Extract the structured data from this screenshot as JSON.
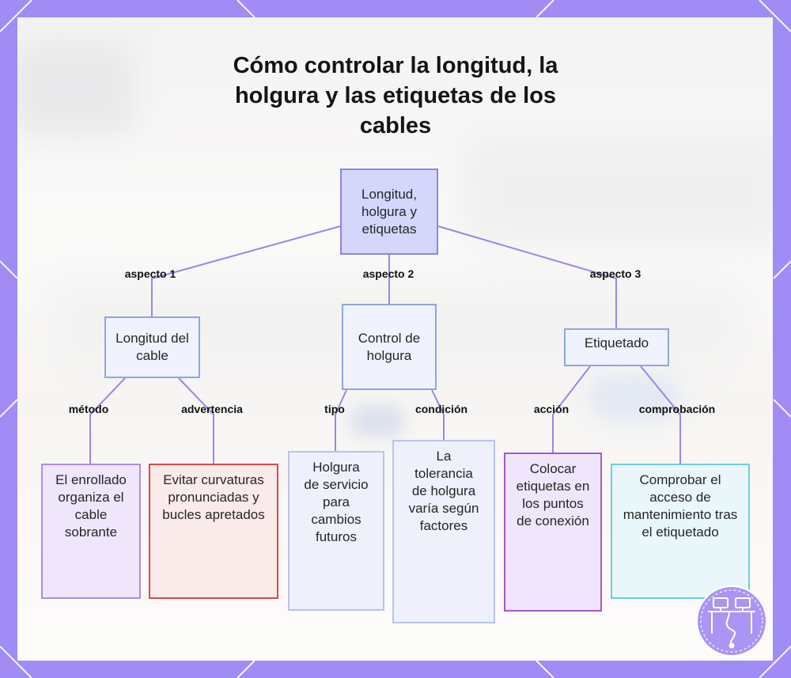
{
  "title": "Cómo controlar la longitud, la holgura y las etiquetas de los cables",
  "root": {
    "label": "Longitud, holgura y etiquetas"
  },
  "branches": [
    {
      "edge_label": "aspecto 1",
      "label": "Longitud del cable",
      "children": [
        {
          "edge_label": "método",
          "label": "El enrollado organiza el cable sobrante"
        },
        {
          "edge_label": "advertencia",
          "label": "Evitar curvaturas pronunciadas y bucles apretados"
        }
      ]
    },
    {
      "edge_label": "aspecto 2",
      "label": "Control de holgura",
      "children": [
        {
          "edge_label": "tipo",
          "label": "Holgura de servicio para cambios futuros"
        },
        {
          "edge_label": "condición",
          "label": "La tolerancia de holgura varía según factores"
        }
      ]
    },
    {
      "edge_label": "aspecto 3",
      "label": "Etiquetado",
      "children": [
        {
          "edge_label": "acción",
          "label": "Colocar etiquetas en los puntos de conexión"
        },
        {
          "edge_label": "comprobación",
          "label": "Comprobar el acceso de mantenimiento tras el etiquetado"
        }
      ]
    }
  ],
  "colors": {
    "frame": "#a08cf5",
    "connector": "#9b86e6",
    "root_fill": "#d4d7fb",
    "root_border": "#8a87dc",
    "mid_fill": "#f0f3fd",
    "mid_border": "#8fa6de",
    "leaf_violet_fill": "#efe6fb",
    "leaf_violet_border": "#b08ae0",
    "leaf_red_fill": "#fbeaea",
    "leaf_red_border": "#d94a4a",
    "leaf_blue_fill": "#eef0fc",
    "leaf_blue_border": "#b9c3ec",
    "leaf_purple_border": "#a559c8",
    "leaf_cyan_fill": "#e9f7fb",
    "leaf_cyan_border": "#6ccde0"
  },
  "logo": {
    "icon": "cable-workstation-icon"
  }
}
